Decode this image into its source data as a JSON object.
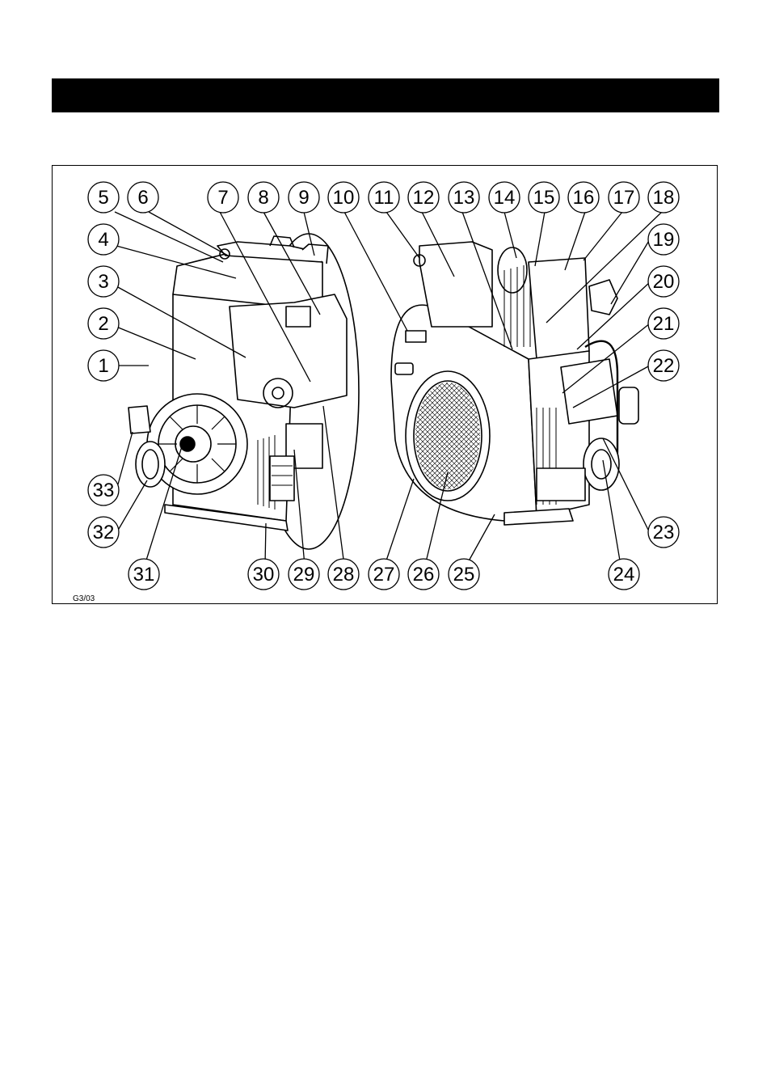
{
  "figure": {
    "code": "G3/03",
    "callouts": [
      {
        "n": "1"
      },
      {
        "n": "2"
      },
      {
        "n": "3"
      },
      {
        "n": "4"
      },
      {
        "n": "5"
      },
      {
        "n": "6"
      },
      {
        "n": "7"
      },
      {
        "n": "8"
      },
      {
        "n": "9"
      },
      {
        "n": "10"
      },
      {
        "n": "11"
      },
      {
        "n": "12"
      },
      {
        "n": "13"
      },
      {
        "n": "14"
      },
      {
        "n": "15"
      },
      {
        "n": "16"
      },
      {
        "n": "17"
      },
      {
        "n": "18"
      },
      {
        "n": "19"
      },
      {
        "n": "20"
      },
      {
        "n": "21"
      },
      {
        "n": "22"
      },
      {
        "n": "23"
      },
      {
        "n": "24"
      },
      {
        "n": "25"
      },
      {
        "n": "26"
      },
      {
        "n": "27"
      },
      {
        "n": "28"
      },
      {
        "n": "29"
      },
      {
        "n": "30"
      },
      {
        "n": "31"
      },
      {
        "n": "32"
      },
      {
        "n": "33"
      }
    ]
  }
}
